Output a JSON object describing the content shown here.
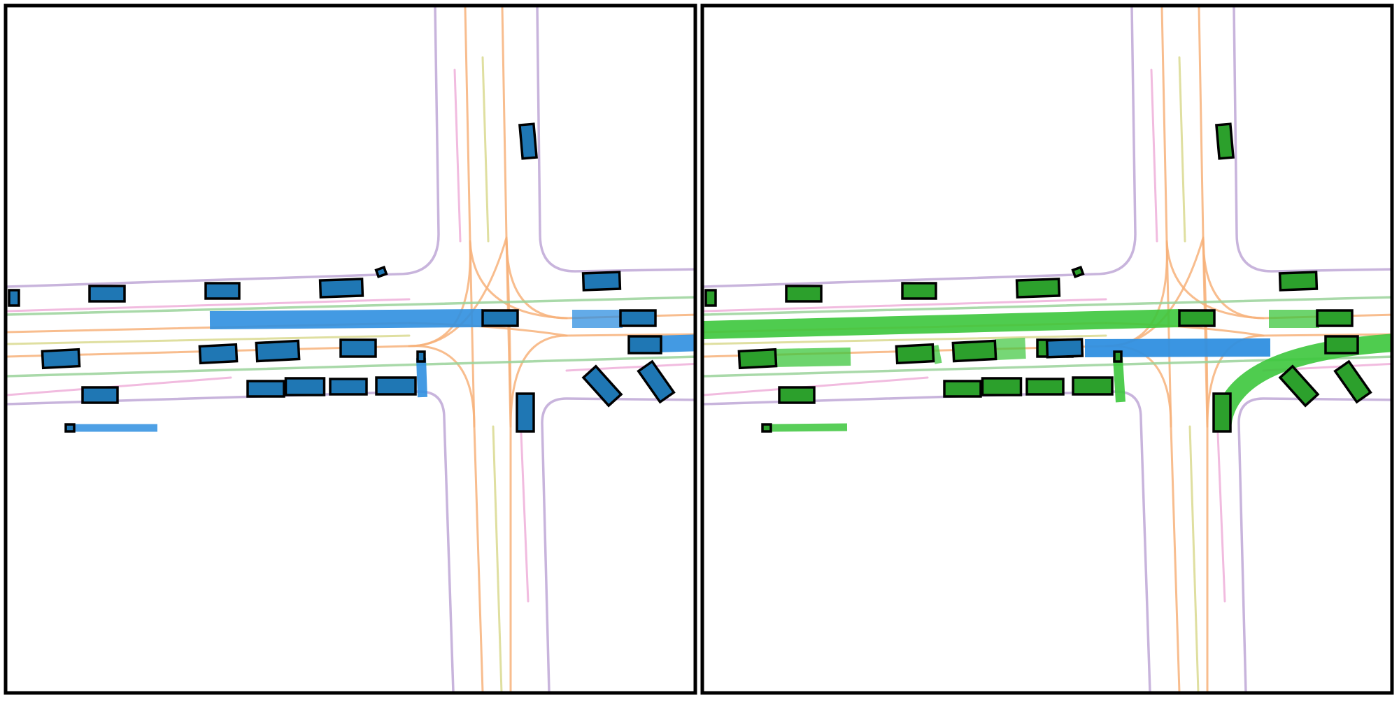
{
  "colors": {
    "background": "#ffffff",
    "frame": "#000000",
    "road_edge": "#c8b4dc",
    "lane_center": "#f7b27a",
    "lane_center_strong": "#f28c2a",
    "lane_pink": "#f0b4dc",
    "lane_green": "#9ad29a",
    "lane_yellow": "#dcdc96",
    "agent_blue": "#1f77b4",
    "trail_blue": "#2f8fe0",
    "agent_green": "#2ca02c",
    "trail_green": "#3cc63c",
    "outline": "#000000"
  },
  "panels": [
    {
      "id": "left",
      "agent_style": "blue",
      "ego_highlight": false
    },
    {
      "id": "right",
      "agent_style": "green",
      "ego_highlight": true
    }
  ]
}
